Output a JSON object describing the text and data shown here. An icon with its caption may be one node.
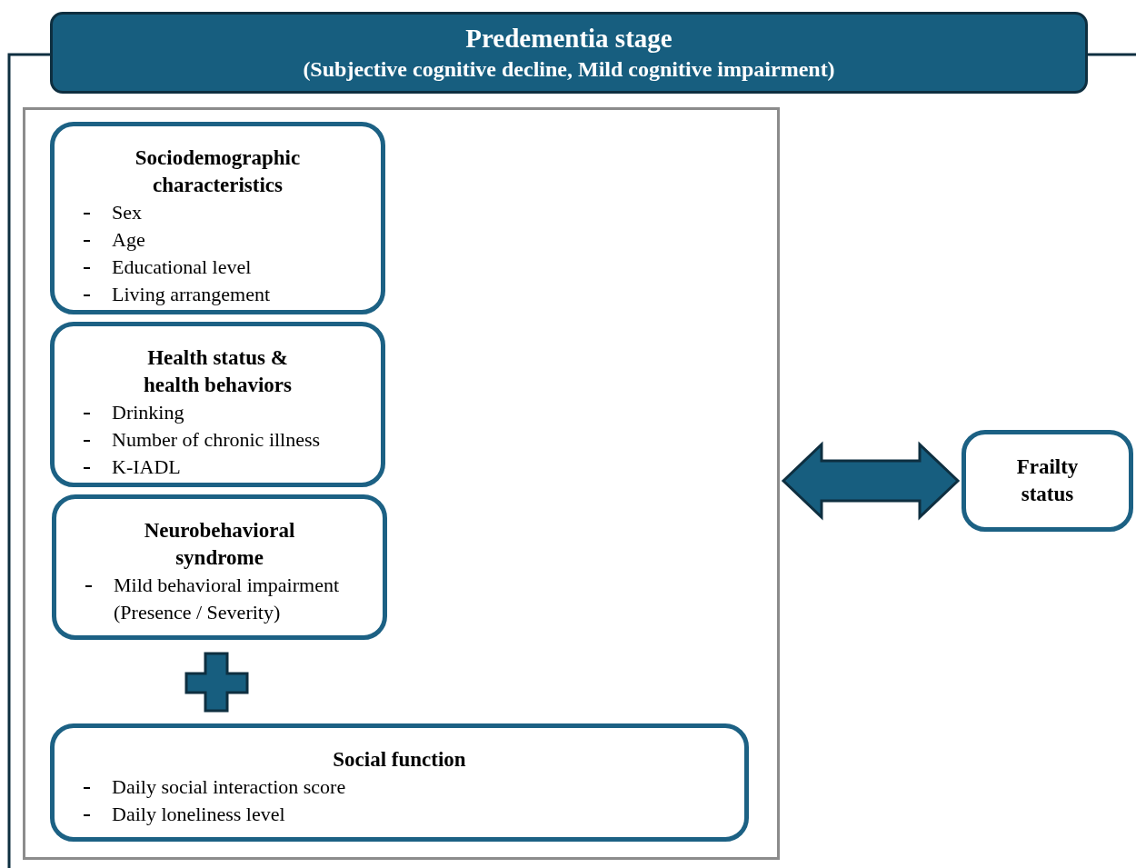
{
  "diagram": {
    "nodes": [
      {
        "text": [
          "Predementia stage",
          "(Subjective cognitive decline, Mild cognitive impairment)"
        ]
      },
      {
        "text": [],
        "shape": "box"
      },
      {
        "text": [
          "Sociodemographic characteristics",
          "Sex",
          "Age",
          "Educational level",
          "Living arrangement"
        ],
        "in": 1
      },
      {
        "text": [
          "Health status & health behaviors",
          "Drinking",
          "Number of chronic illness",
          "K-IADL"
        ],
        "in": 1
      },
      {
        "text": [
          "Neurobehavioral syndrome",
          "Mild behavioral impairment (Presence / Severity)"
        ],
        "in": 1
      },
      {
        "text": [
          "Social function",
          "Daily social interaction score",
          "Daily loneliness level"
        ],
        "in": 1
      },
      {
        "text": [
          "Frailty status"
        ]
      }
    ],
    "edges": [
      {
        "from": 1,
        "to": 6,
        "arrow": "both",
        "style": "thick"
      }
    ]
  }
}
